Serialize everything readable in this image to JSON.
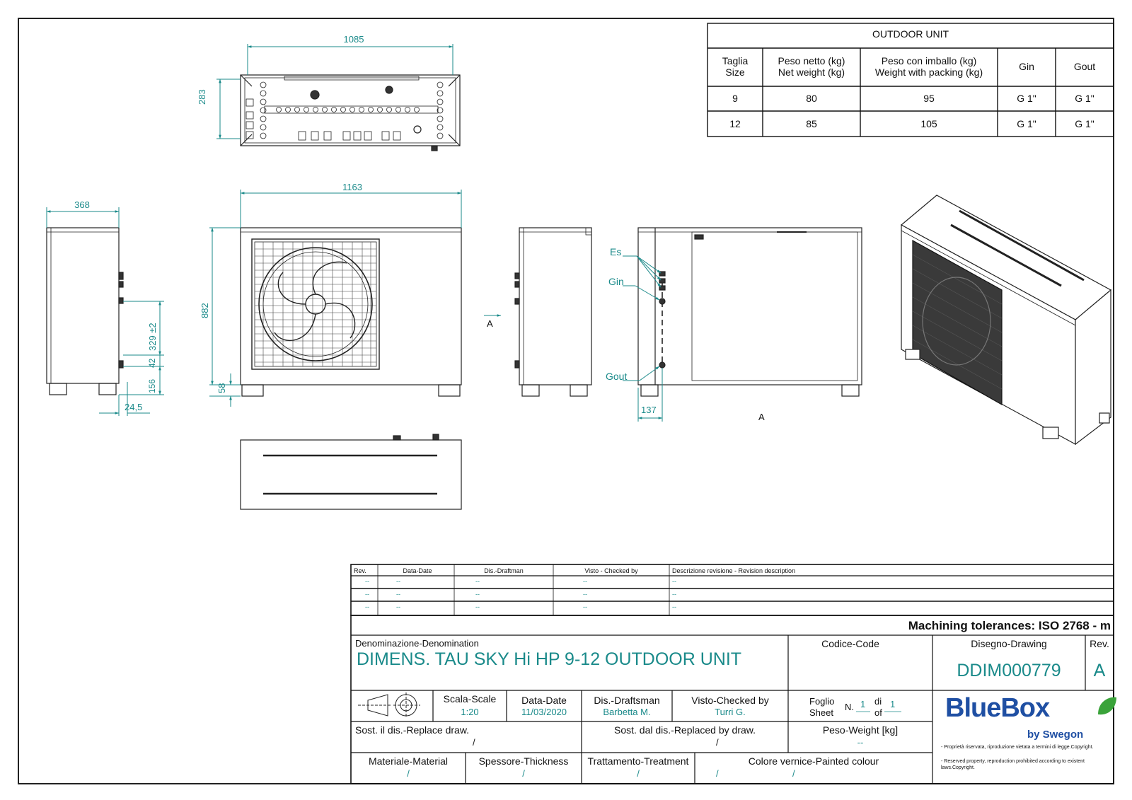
{
  "outdoor_table": {
    "title": "OUTDOOR UNIT",
    "headers": [
      [
        "Taglia",
        "Size"
      ],
      [
        "Peso netto (kg)",
        "Net weight (kg)"
      ],
      [
        "Peso con imballo (kg)",
        "Weight with packing (kg)"
      ],
      [
        "Gin",
        ""
      ],
      [
        "Gout",
        ""
      ]
    ],
    "rows": [
      [
        "9",
        "80",
        "95",
        "G 1\"",
        "G 1\""
      ],
      [
        "12",
        "85",
        "105",
        "G 1\"",
        "G 1\""
      ]
    ]
  },
  "dimensions": {
    "top_width": "1085",
    "top_depth": "283",
    "front_width": "1163",
    "side_depth": "368",
    "height": "882",
    "foot_height": "58",
    "conn_spacing": "329 ±2",
    "conn_gap": "42",
    "conn_base": "156",
    "side_offset": "24,5",
    "rear_offset": "137"
  },
  "labels": {
    "view_a": "A",
    "view_a_caption": "A",
    "es": "Es",
    "gin": "Gin",
    "gout": "Gout"
  },
  "revision_table": {
    "headers": [
      "Rev.",
      "Data-Date",
      "Dis.-Draftman",
      "Visto - Checked by",
      "Descrizione revisione - Revision description"
    ],
    "rows": [
      [
        "--",
        "--",
        "--",
        "--",
        "--"
      ],
      [
        "--",
        "--",
        "--",
        "--",
        "--"
      ],
      [
        "--",
        "--",
        "--",
        "--",
        "--"
      ]
    ]
  },
  "title_block": {
    "tolerances": "Machining tolerances: ISO 2768 - m",
    "denomination_label": "Denominazione-Denomination",
    "denomination": "DIMENS. TAU SKY Hi HP 9-12 OUTDOOR UNIT",
    "code_label": "Codice-Code",
    "drawing_label": "Disegno-Drawing",
    "drawing_number": "DDIM000779",
    "rev_label": "Rev.",
    "rev_value": "A",
    "scale_label": "Scala-Scale",
    "scale_value": "1:20",
    "date_label": "Data-Date",
    "date_value": "11/03/2020",
    "draftsman_label": "Dis.-Draftsman",
    "draftsman_value": "Barbetta M.",
    "checked_label": "Visto-Checked by",
    "checked_value": "Turri G.",
    "sheet_label_1": "Foglio",
    "sheet_label_2": "Sheet",
    "sheet_n_label": "N.",
    "sheet_n_value": "1",
    "sheet_of_label_1": "di",
    "sheet_of_label_2": "of",
    "sheet_of_value": "1",
    "replace_label": "Sost. il dis.-Replace draw.",
    "replace_value": "/",
    "replaced_by_label": "Sost. dal dis.-Replaced by draw.",
    "replaced_by_value": "/",
    "weight_label": "Peso-Weight [kg]",
    "weight_value": "--",
    "material_label": "Materiale-Material",
    "material_value": "/",
    "thickness_label": "Spessore-Thickness",
    "thickness_value": "/",
    "treatment_label": "Trattamento-Treatment",
    "treatment_value": "/",
    "colour_label": "Colore vernice-Painted colour",
    "colour_value_1": "/",
    "colour_value_2": "/"
  },
  "logo": {
    "brand": "BlueBox",
    "sub": "by Swegon",
    "copyright_it": "- Proprietà riservata, riproduzione vietata a termini di legge.Copyright.",
    "copyright_en": "- Reserved property, reproduction prohibited according to existent laws.Copyright."
  },
  "colors": {
    "dimension": "#1a8a8a",
    "line": "#222222",
    "logo_blue": "#1f4fa3",
    "logo_leaf": "#3aa33a"
  }
}
